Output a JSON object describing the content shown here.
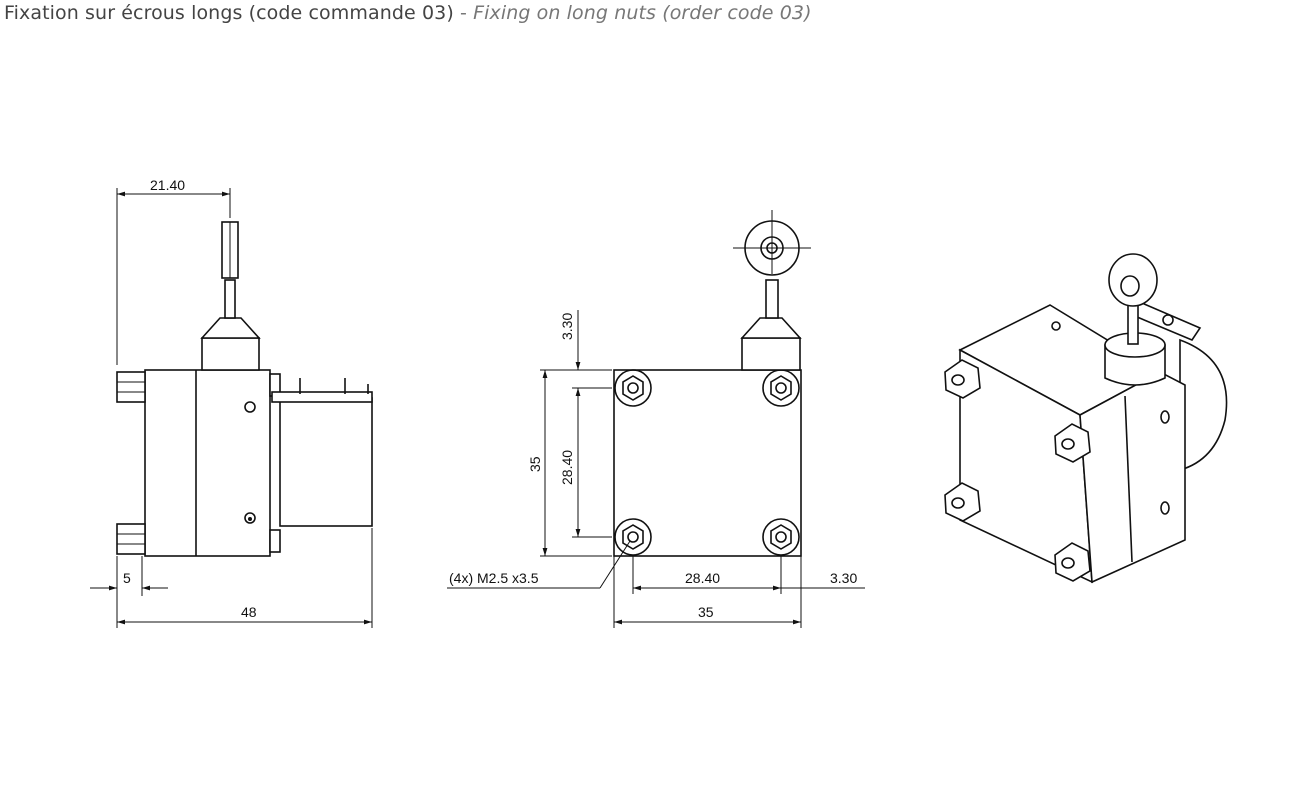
{
  "title": {
    "fr": "Fixation sur écrous longs (code commande 03)",
    "separator": "-",
    "en": "Fixing on long nuts (order code 03)"
  },
  "side_view": {
    "dim_top": "21.40",
    "dim_small": "5",
    "dim_total": "48"
  },
  "front_view": {
    "dim_top_offset": "3.30",
    "dim_height": "35",
    "dim_hole_v": "28.40",
    "dim_hole_h": "28.40",
    "dim_right_offset": "3.30",
    "dim_width": "35",
    "holes_note": "(4x) M2.5 x3.5"
  }
}
